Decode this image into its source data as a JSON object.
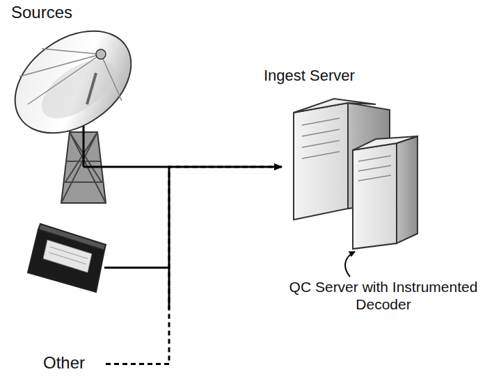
{
  "diagram": {
    "nodes": [
      {
        "text": [
          "Sources"
        ]
      },
      {
        "text": [
          "Other"
        ]
      },
      {
        "text": [
          "Ingest Server"
        ]
      },
      {
        "text": [
          "QC Server with Instrumented Decoder"
        ]
      }
    ],
    "edges": [
      {
        "from": 0,
        "to": 2,
        "arrow": "to"
      },
      {
        "from": 1,
        "to": 2,
        "arrow": "to"
      }
    ]
  }
}
